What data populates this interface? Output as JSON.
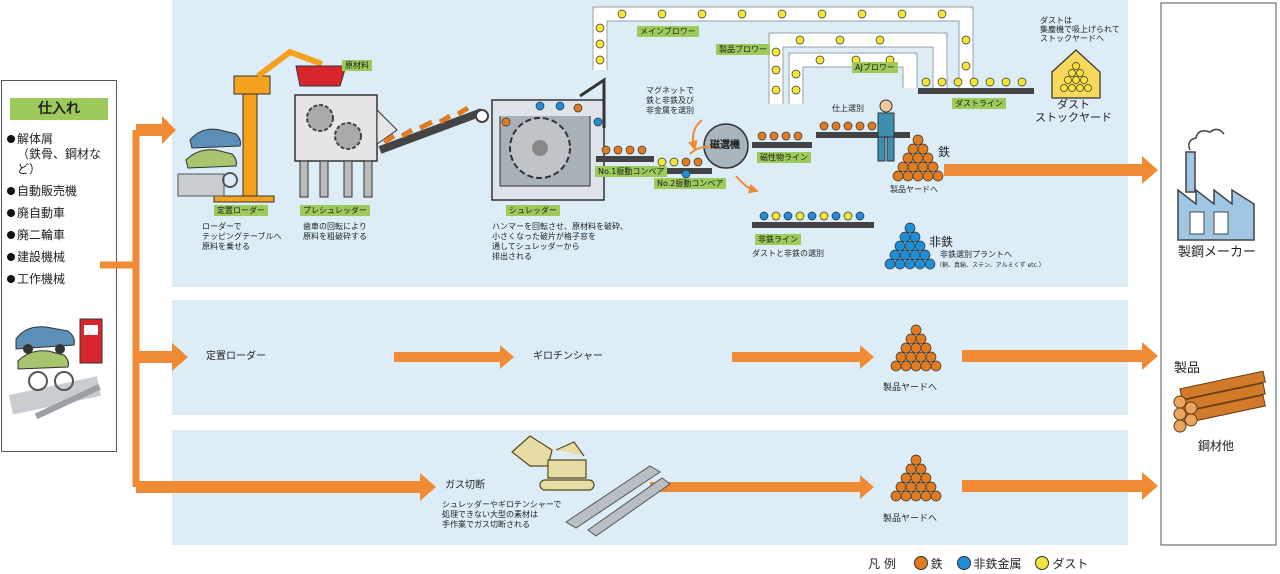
{
  "source": {
    "title": "仕入れ",
    "items": [
      {
        "label": "解体屑",
        "sub": "（鉄骨、鋼材など）"
      },
      {
        "label": "自動販売機",
        "sub": ""
      },
      {
        "label": "廃自動車",
        "sub": ""
      },
      {
        "label": "廃二輪車",
        "sub": ""
      },
      {
        "label": "建設機械",
        "sub": ""
      },
      {
        "label": "工作機械",
        "sub": ""
      }
    ]
  },
  "row1": {
    "stationary_loader": {
      "tag": "定置ローダー",
      "desc": [
        "ローダーで",
        "テッピングテーブルへ",
        "原料を乗せる"
      ]
    },
    "raw_material_tag": "原材料",
    "pre_shredder": {
      "tag": "プレシュレッダー",
      "desc": [
        "歯車の回転により",
        "原料を粗破砕する"
      ]
    },
    "shredder": {
      "tag": "シュレッダー",
      "desc": [
        "ハンマーを回転させ、原材料を破砕、",
        "小さくなった破片が格子窓を",
        "通してシュレッダーから",
        "排出される"
      ]
    },
    "conveyor1": "No.1振動コンベア",
    "conveyor2": "No.2振動コンベア",
    "magnet_note": [
      "マグネットで",
      "鉄と非鉄及び",
      "非金属を選別"
    ],
    "magnet_label": "磁選機",
    "magnetic_line": "磁性物ライン",
    "finishing": "仕上選別",
    "main_blower": "メインブロワー",
    "product_blower": "製品ブロワー",
    "aj_blower": "AJブロワー",
    "dust_line": "ダストライン",
    "dust_note": [
      "ダストは",
      "集塵機で吸上げられて",
      "ストックヤードへ"
    ],
    "dust_yard": [
      "ダスト",
      "ストックヤード"
    ],
    "iron_label": "鉄",
    "iron_yard": "製品ヤードへ",
    "nonferrous_line": "非鉄ライン",
    "nonferrous_note": "ダストと非鉄の選別",
    "nonferrous_label": "非鉄",
    "nonferrous_plant": "非鉄選別プラントへ",
    "nonferrous_plant_sub": "（銅、真鍮、ステン、アルミくず etc.）"
  },
  "row2": {
    "loader": "定置ローダー",
    "guillotine": "ギロチンシャー",
    "yard": "製品ヤードへ"
  },
  "row3": {
    "gas_cut": "ガス切断",
    "gas_desc": [
      "シュレッダーやギロチンシャーで",
      "処理できない大型の素材は",
      "手作業でガス切断される"
    ],
    "yard": "製品ヤードへ"
  },
  "destination": {
    "steelmaker": "製鋼メーカー",
    "product": "製品",
    "steel": "鋼材他"
  },
  "legend": {
    "title": "凡 例",
    "items": [
      {
        "label": "鉄",
        "color": "#e07b1f"
      },
      {
        "label": "非鉄金属",
        "color": "#1e8fd6"
      },
      {
        "label": "ダスト",
        "color": "#f4e33a"
      }
    ]
  },
  "colors": {
    "arrow": "#f08a35",
    "band": "#dcedf7",
    "tag": "#9ccb5b",
    "iron": "#e07b1f",
    "nonferrous": "#1e8fd6",
    "dust": "#f4e33a"
  }
}
